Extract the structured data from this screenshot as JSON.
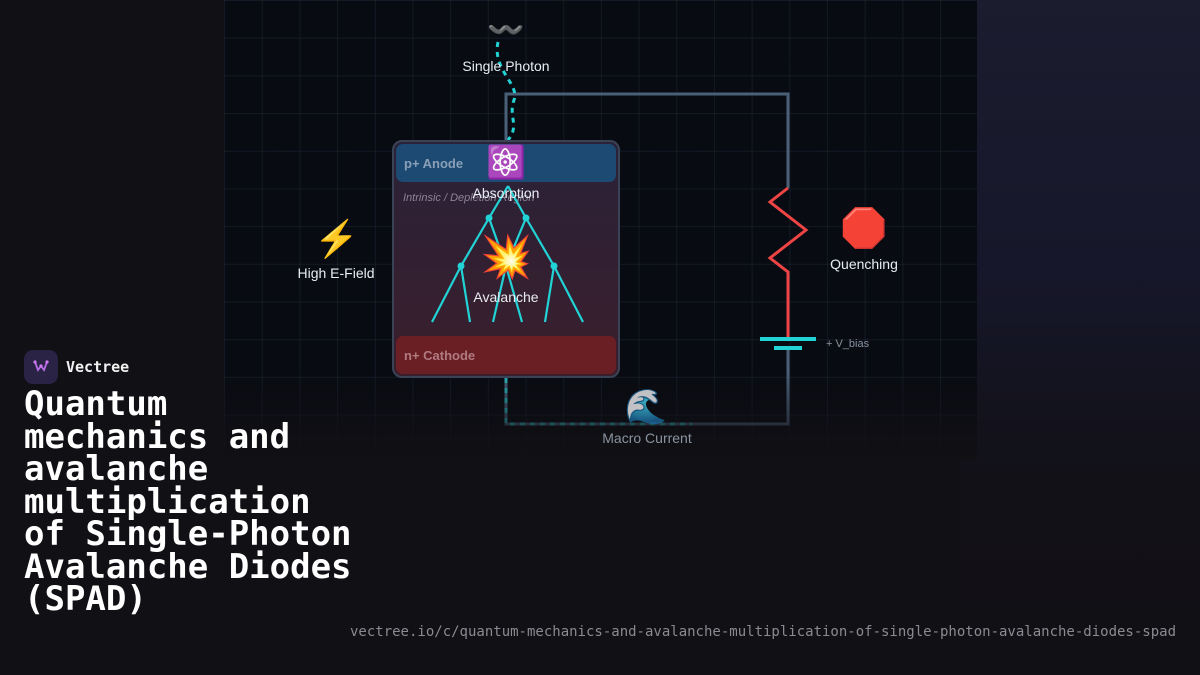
{
  "brand": {
    "name": "Vectree",
    "logo_icon": "vectree-logo-icon"
  },
  "title": "Quantum mechanics and avalanche multiplication of Single-Photon Avalanche Diodes (SPAD)",
  "url": "vectree.io/c/quantum-mechanics-and-avalanche-multiplication-of-single-photon-avalanche-diodes-spad",
  "diagram": {
    "photon": {
      "icon": "wave-icon",
      "emoji": "〰️",
      "label": "Single Photon"
    },
    "efield": {
      "icon": "lightning-icon",
      "emoji": "⚡",
      "label": "High E-Field"
    },
    "absorption": {
      "icon": "atom-icon",
      "emoji": "⚛️",
      "label": "Absorption"
    },
    "avalanche": {
      "icon": "collision-icon",
      "emoji": "💥",
      "label": "Avalanche"
    },
    "quenching": {
      "icon": "stop-sign-icon",
      "emoji": "🛑",
      "label": "Quenching"
    },
    "current": {
      "icon": "water-wave-icon",
      "emoji": "🌊",
      "label": "Macro Current"
    },
    "bias_label": "+ V_bias",
    "layers": {
      "anode": "p+ Anode",
      "intrinsic": "Intrinsic / Depletion Region",
      "cathode": "n+ Cathode"
    },
    "colors": {
      "cyan": "#22d3d6",
      "wire": "#4a6078",
      "resistor": "#ef4444",
      "anode": "#1c4a72",
      "cathode": "#6a1f24"
    }
  }
}
